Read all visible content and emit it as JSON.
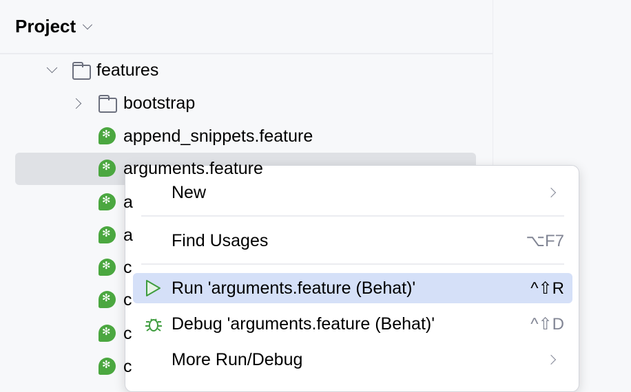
{
  "panel": {
    "title": "Project"
  },
  "tree": [
    {
      "label": "features",
      "type": "folder",
      "expanded": true
    },
    {
      "label": "bootstrap",
      "type": "folder",
      "expanded": false
    },
    {
      "label": "append_snippets.feature",
      "type": "feature"
    },
    {
      "label": "arguments.feature",
      "type": "feature",
      "selected": true
    },
    {
      "label": "a",
      "type": "feature"
    },
    {
      "label": "a",
      "type": "feature"
    },
    {
      "label": "c",
      "type": "feature"
    },
    {
      "label": "c",
      "type": "feature"
    },
    {
      "label": "c",
      "type": "feature"
    },
    {
      "label": "c",
      "type": "feature"
    }
  ],
  "menu": {
    "new": {
      "label": "New"
    },
    "find": {
      "label": "Find Usages",
      "shortcut": "⌥F7"
    },
    "run": {
      "label": "Run 'arguments.feature (Behat)'",
      "shortcut": "^⇧R",
      "icon": "run-icon"
    },
    "debug": {
      "label": "Debug 'arguments.feature (Behat)'",
      "shortcut": "^⇧D",
      "icon": "debug-icon"
    },
    "more": {
      "label": "More Run/Debug"
    }
  },
  "colors": {
    "highlight": "#d5e0f8",
    "selection": "#dfe1e5",
    "cucumber": "#4ba740",
    "run": "#3e9c3e"
  }
}
